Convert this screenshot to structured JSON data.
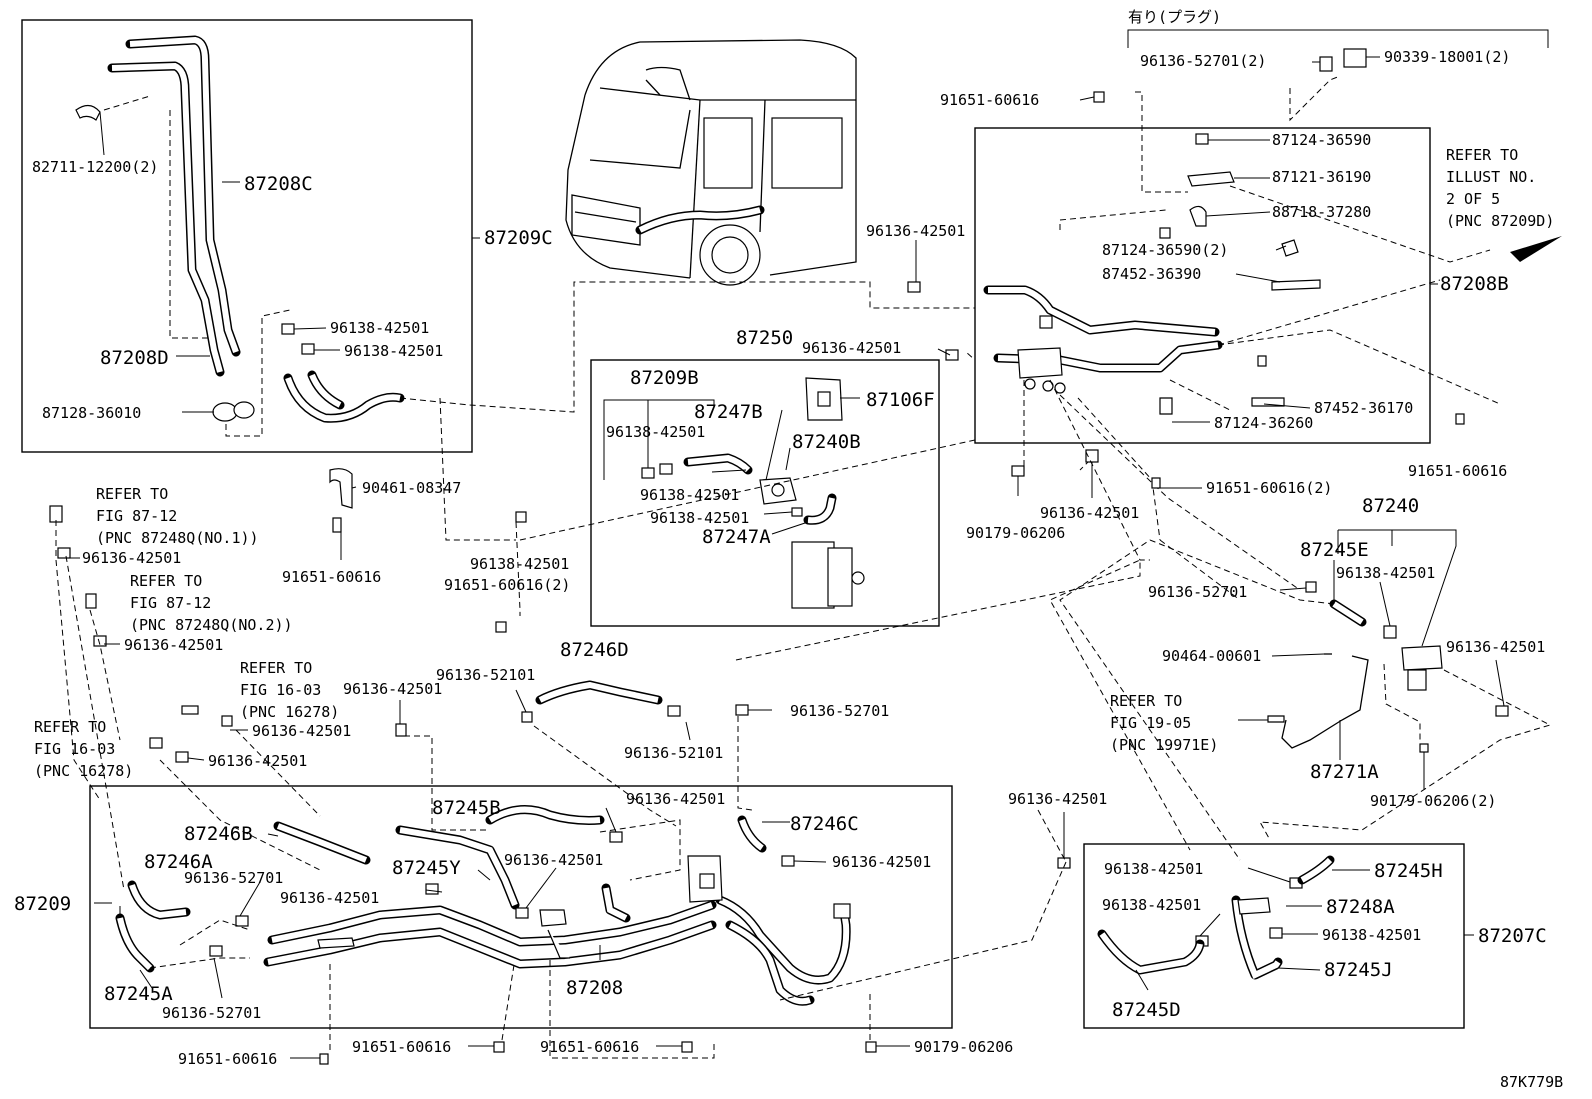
{
  "labels": {
    "l001": "有り(プラグ)",
    "l002": "96136-52701(2)",
    "l003": "90339-18001(2)",
    "l004": "91651-60616",
    "l005": "87124-36590",
    "l006": "87121-36190",
    "l007": "88718-37280",
    "l008": "87124-36590(2)",
    "l009": "87452-36390",
    "l010": "87208B",
    "l011": "96136-42501",
    "l012": "96136-42501",
    "l013": "87452-36170",
    "l014": "87124-36260",
    "l015": "91651-60616",
    "l016": "91651-60616(2)",
    "l017": "90179-06206",
    "l018": "96136-42501",
    "l019": "82711-12200(2)",
    "l020": "87208C",
    "l021": "87209C",
    "l022": "87208D",
    "l023": "87128-36010",
    "l024": "96138-42501",
    "l025": "96138-42501",
    "l026": "90461-08347",
    "l027": "91651-60616",
    "l028": "87250",
    "l029": "87209B",
    "l030": "87247B",
    "l031": "87106F",
    "l032": "96138-42501",
    "l033": "87240B",
    "l034": "96138-42501",
    "l035": "96138-42501",
    "l036": "87247A",
    "l037": "96138-42501",
    "l038": "91651-60616(2)",
    "l039": "87240",
    "l040": "87245E",
    "l041": "96138-42501",
    "l042": "96136-52701",
    "l043": "96136-42501",
    "l044": "90464-00601",
    "l045": "87271A",
    "l046": "90179-06206(2)",
    "l047": "96136-42501",
    "l048": "96136-42501",
    "l049": "96136-52101",
    "l050": "87246D",
    "l051": "96136-52101",
    "l052": "96136-52701",
    "l053": "96136-42501",
    "l054": "96136-42501",
    "l055": "96136-42501",
    "l056": "87245B",
    "l057": "96136-42501",
    "l058": "87246C",
    "l059": "87246B",
    "l060": "96136-42501",
    "l061": "87246A",
    "l062": "87245Y",
    "l063": "96136-42501",
    "l064": "96136-52701",
    "l065": "96136-42501",
    "l066": "87209",
    "l067": "87208",
    "l068": "87245A",
    "l069": "96136-52701",
    "l070": "91651-60616",
    "l071": "91651-60616",
    "l072": "91651-60616",
    "l073": "90179-06206",
    "l074": "96136-42501",
    "l075": "96138-42501",
    "l076": "87245H",
    "l077": "96138-42501",
    "l078": "87248A",
    "l079": "96138-42501",
    "l080": "87207C",
    "l081": "87245J",
    "l082": "87245D",
    "l083": "87K779B"
  },
  "refs": {
    "r1": [
      "REFER TO",
      "ILLUST NO.",
      "2 OF 5",
      "(PNC 87209D)"
    ],
    "r2": [
      "REFER TO",
      "FIG 87-12",
      "(PNC 87248Q(NO.1))"
    ],
    "r3": [
      "REFER TO",
      "FIG 87-12",
      "(PNC 87248Q(NO.2))"
    ],
    "r4": [
      "REFER TO",
      "FIG 16-03",
      "(PNC 16278)"
    ],
    "r5": [
      "REFER TO",
      "FIG 16-03",
      "(PNC 16278)"
    ],
    "r6": [
      "REFER TO",
      "FIG 19-05",
      "(PNC 19971E)"
    ]
  }
}
